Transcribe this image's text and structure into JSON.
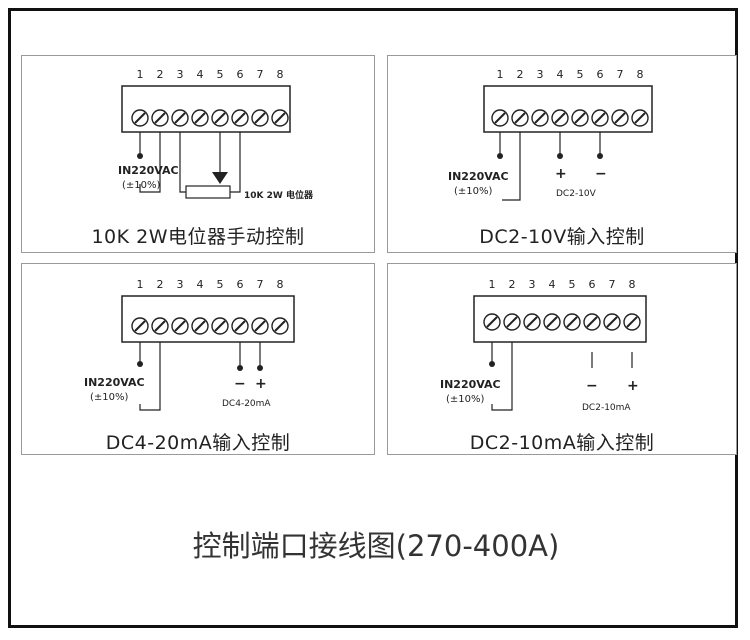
{
  "title": "控制端口接线图(270-400A)",
  "pins": [
    "1",
    "2",
    "3",
    "4",
    "5",
    "6",
    "7",
    "8"
  ],
  "panels": [
    {
      "caption": "10K 2W电位器手动控制",
      "input_label": "IN220VAC",
      "tolerance": "(±10%)",
      "pot_label": "10K 2W 电位器"
    },
    {
      "caption": "DC2-10V输入控制",
      "input_label": "IN220VAC",
      "tolerance": "(±10%)",
      "plus": "+",
      "minus": "−",
      "signal_label": "DC2-10V"
    },
    {
      "caption": "DC4-20mA输入控制",
      "input_label": "IN220VAC",
      "tolerance": "(±10%)",
      "plus": "+",
      "minus": "−",
      "signal_label": "DC4-20mA"
    },
    {
      "caption": "DC2-10mA输入控制",
      "input_label": "IN220VAC",
      "tolerance": "(±10%)",
      "plus": "+",
      "minus": "−",
      "signal_label": "DC2-10mA"
    }
  ]
}
